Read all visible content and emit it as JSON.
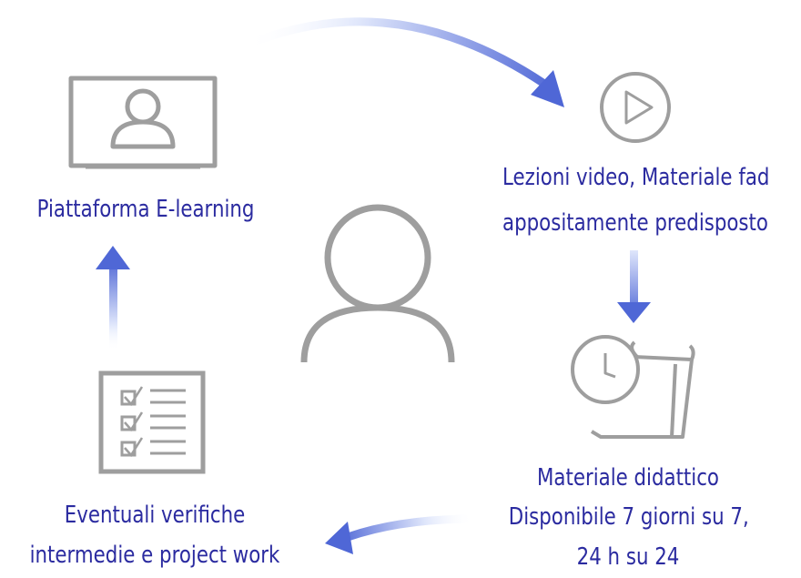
{
  "labels": {
    "platform": "Piattaforma E-learning",
    "video_line1": "Lezioni video, Materiale fad",
    "video_line2": "appositamente predisposto",
    "material_line1": "Materiale didattico",
    "material_line2": "Disponibile 7 giorni su 7,",
    "material_line3": "24 h su 24",
    "checks_line1": "Eventuali verifiche",
    "checks_line2": "intermedie e project work"
  },
  "colors": {
    "text": "#2b2ba0",
    "icon_stroke": "#9e9e9e",
    "arrow": "#4f67d6",
    "arrow_fade": "#dfe6fb"
  },
  "icons": {
    "platform": "monitor-user-icon",
    "video": "play-circle-icon",
    "material": "clock-notepad-icon",
    "checks": "checklist-icon",
    "center": "user-icon"
  }
}
